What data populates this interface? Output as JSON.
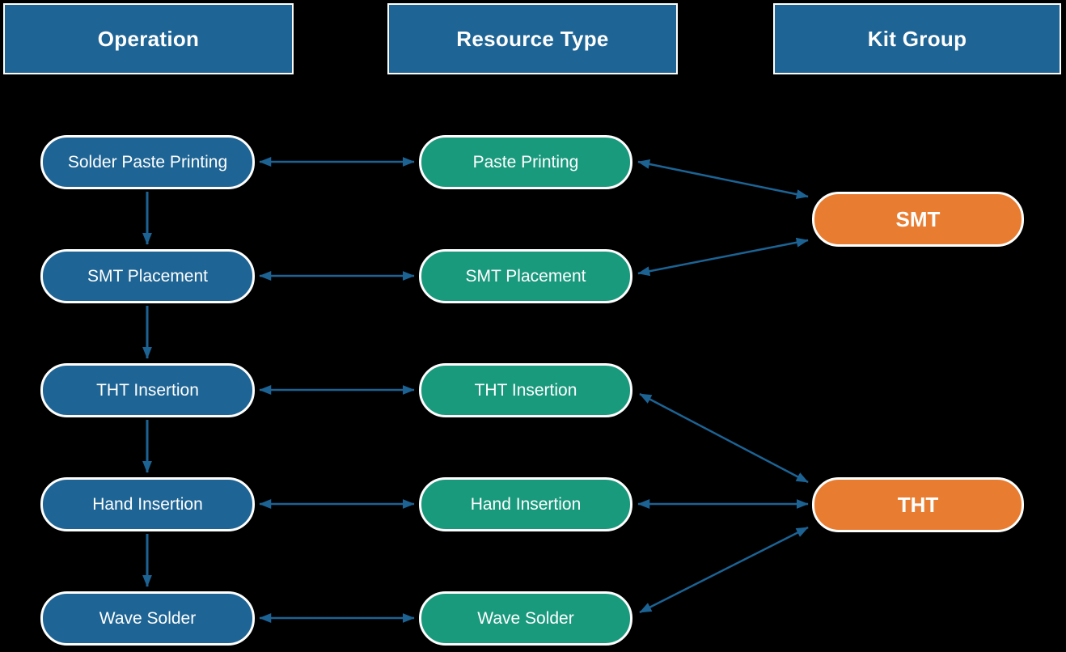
{
  "headers": {
    "operation": "Operation",
    "resource_type": "Resource Type",
    "kit_group": "Kit Group"
  },
  "operations": [
    "Solder Paste Printing",
    "SMT Placement",
    "THT Insertion",
    "Hand Insertion",
    "Wave Solder"
  ],
  "resource_types": [
    "Paste Printing",
    "SMT Placement",
    "THT Insertion",
    "Hand Insertion",
    "Wave Solder"
  ],
  "kit_groups": [
    "SMT",
    "THT"
  ],
  "edges": {
    "operation_flow": [
      [
        "Solder Paste Printing",
        "SMT Placement"
      ],
      [
        "SMT Placement",
        "THT Insertion"
      ],
      [
        "THT Insertion",
        "Hand Insertion"
      ],
      [
        "Hand Insertion",
        "Wave Solder"
      ]
    ],
    "operation_resource_bidirectional": [
      [
        "Solder Paste Printing",
        "Paste Printing"
      ],
      [
        "SMT Placement",
        "SMT Placement"
      ],
      [
        "THT Insertion",
        "THT Insertion"
      ],
      [
        "Hand Insertion",
        "Hand Insertion"
      ],
      [
        "Wave Solder",
        "Wave Solder"
      ]
    ],
    "resource_kit_bidirectional": [
      [
        "Paste Printing",
        "SMT"
      ],
      [
        "SMT Placement",
        "SMT"
      ],
      [
        "THT Insertion",
        "THT"
      ],
      [
        "Hand Insertion",
        "THT"
      ],
      [
        "Wave Solder",
        "THT"
      ]
    ]
  },
  "colors": {
    "background": "#000000",
    "operation_fill": "#1E6494",
    "resource_fill": "#1A9A7D",
    "kit_fill": "#E87D31",
    "header_fill": "#1E6494",
    "arrow": "#1C6394",
    "text": "#FFFFFF",
    "node_border": "#FFFFFF"
  }
}
